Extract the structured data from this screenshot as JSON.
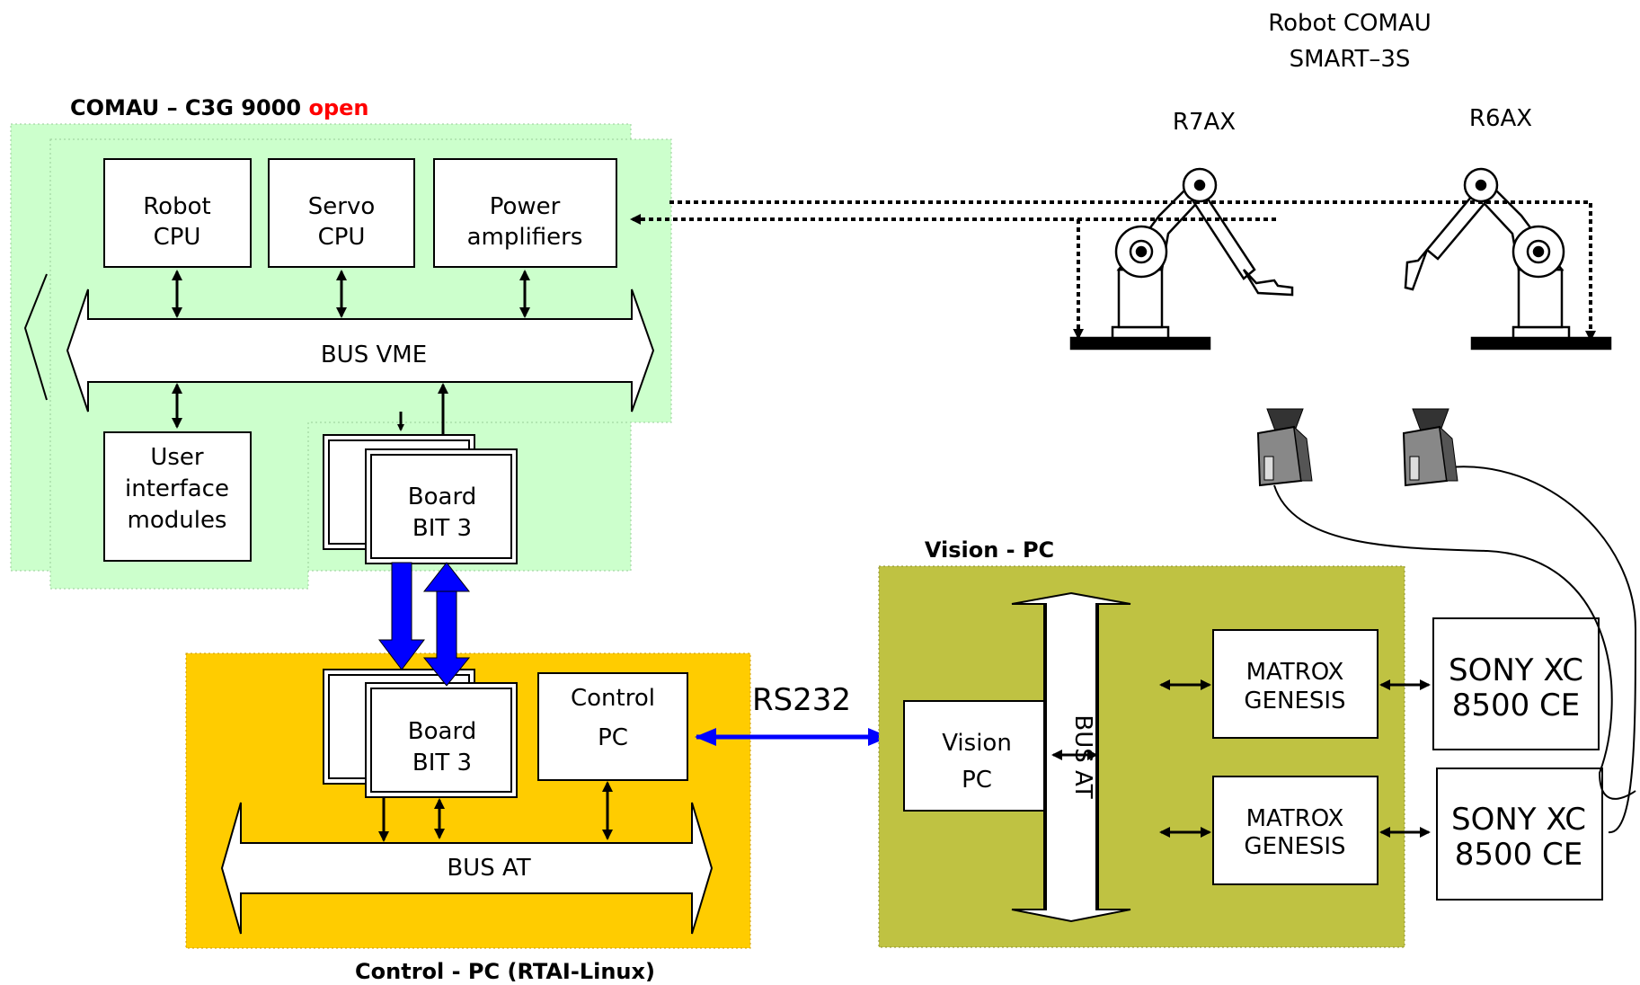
{
  "title": {
    "comau_prefix": "COMAU – C3G 9000 ",
    "comau_open": "open",
    "control_pc": "Control - PC (RTAI-Linux)",
    "vision_pc": "Vision - PC",
    "robot_l1": "Robot COMAU",
    "robot_l2": "SMART–3S"
  },
  "robots": {
    "left": "R7AX",
    "right": "R6AX"
  },
  "comau_blocks": {
    "robot_cpu": [
      "Robot",
      "CPU"
    ],
    "servo_cpu": [
      "Servo",
      "CPU"
    ],
    "power_amp": [
      "Power",
      "amplifiers"
    ],
    "bus_vme": "BUS VME",
    "ui_modules": [
      "User",
      "interface",
      "modules"
    ]
  },
  "board_bit3_top": [
    "Board",
    "BIT 3"
  ],
  "board_bit3_bottom": [
    "Board",
    "BIT 3"
  ],
  "control_pc_box": [
    "Control",
    "PC"
  ],
  "bus_at_control": "BUS AT",
  "rs232": "RS232",
  "vision": {
    "vision_pc": [
      "Vision",
      "PC"
    ],
    "bus_at": "BUS AT",
    "matrox_top": [
      "MATROX",
      "GENESIS"
    ],
    "matrox_bottom": [
      "MATROX",
      "GENESIS"
    ]
  },
  "cameras": {
    "sony_top": [
      "SONY XC",
      "8500 CE"
    ],
    "sony_bottom": [
      "SONY XC",
      "8500 CE"
    ]
  },
  "colors": {
    "comau_bg": "#ccffcc",
    "control_bg": "#ffcc00",
    "vision_bg": "#bfc242",
    "blue_arrow": "#0000ff",
    "open_red": "#ff0000"
  }
}
